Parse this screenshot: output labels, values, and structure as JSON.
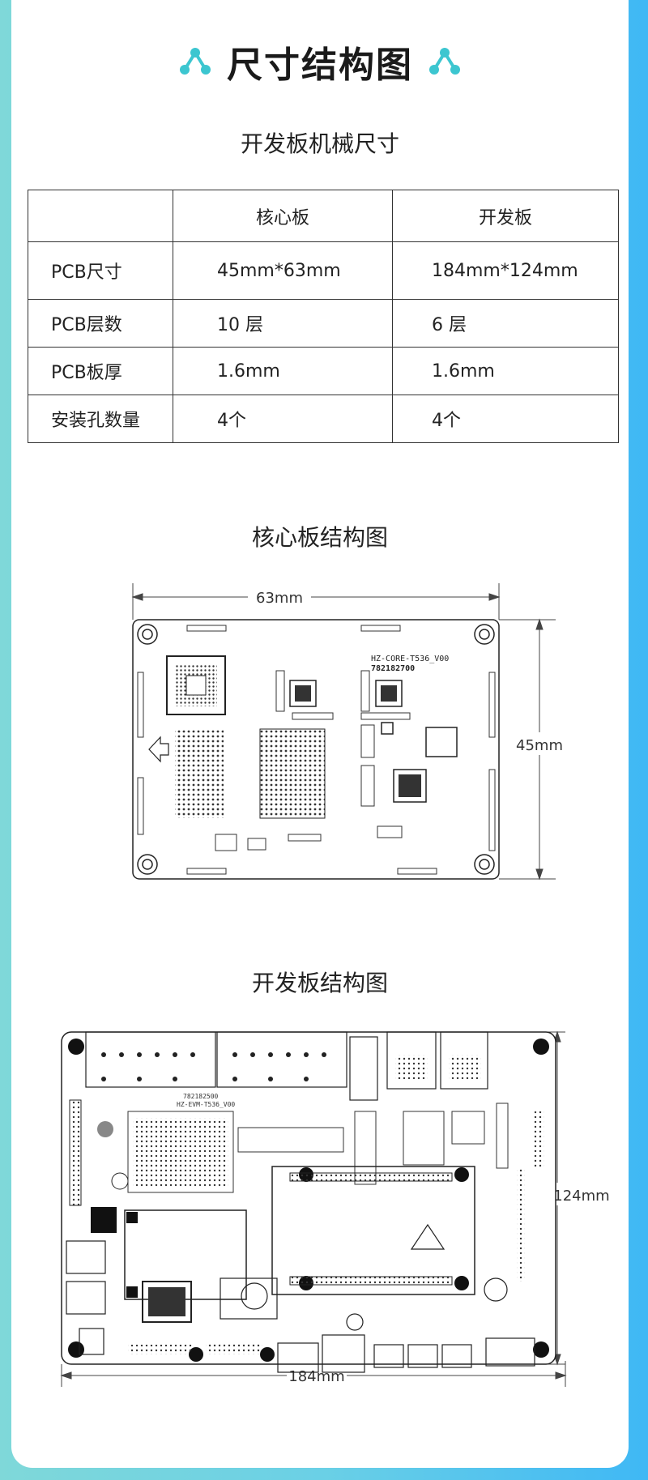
{
  "header": {
    "title": "尺寸结构图",
    "icon": "network-nodes-icon",
    "icon_color": "#3cc6d0"
  },
  "mech": {
    "title": "开发板机械尺寸",
    "columns": [
      "",
      "核心板",
      "开发板"
    ],
    "rows": [
      {
        "label": "PCB尺寸",
        "core": "45mm*63mm",
        "dev": "184mm*124mm"
      },
      {
        "label": "PCB层数",
        "core": "10 层",
        "dev": "6 层"
      },
      {
        "label": "PCB板厚",
        "core": "1.6mm",
        "dev": "1.6mm"
      },
      {
        "label": "安装孔数量",
        "core": "4个",
        "dev": "4个"
      }
    ]
  },
  "core_board": {
    "title": "核心板结构图",
    "width_label": "63mm",
    "height_label": "45mm",
    "silk_name": "HZ-CORE-T536_V00",
    "silk_code": "782182700"
  },
  "dev_board": {
    "title": "开发板结构图",
    "width_label": "184mm",
    "height_label": "124mm",
    "silk_code": "782182500",
    "silk_name": "HZ-EVM-T536_V00"
  }
}
